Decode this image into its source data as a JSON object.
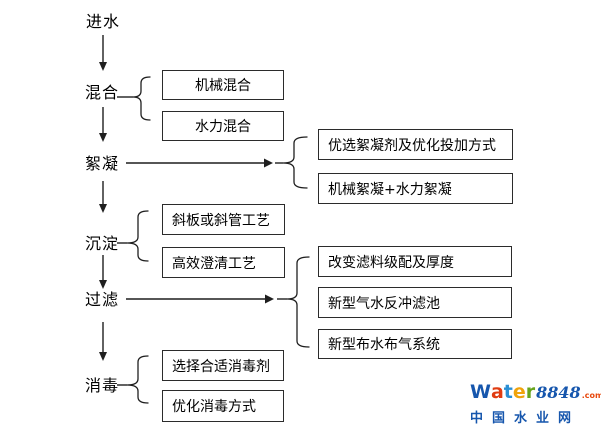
{
  "diagram": {
    "source": "进水",
    "stages": [
      {
        "label": "混合",
        "options": [
          "机械混合",
          "水力混合"
        ]
      },
      {
        "label": "絮凝",
        "options": [
          "优选絮凝剂及优化投加方式",
          "机械絮凝+水力絮凝"
        ]
      },
      {
        "label": "沉淀",
        "options": [
          "斜板或斜管工艺",
          "高效澄清工艺"
        ]
      },
      {
        "label": "过滤",
        "options": [
          "改变滤料级配及厚度",
          "新型气水反冲滤池",
          "新型布水布气系统"
        ]
      },
      {
        "label": "消毒",
        "options": [
          "选择合适消毒剂",
          "优化消毒方式"
        ]
      }
    ]
  },
  "watermark": {
    "letters": [
      {
        "char": "W",
        "color": "#1656ad"
      },
      {
        "char": "a",
        "color": "#e03c12"
      },
      {
        "char": "t",
        "color": "#2a8fd4"
      },
      {
        "char": "e",
        "color": "#f0a30a"
      },
      {
        "char": "r",
        "color": "#67a41c"
      }
    ],
    "number": "8848",
    "number_color": "#1656ad",
    "suffix": ".com",
    "suffix_color": "#e8490e",
    "tagline": "中国水业网",
    "tagline_color": "#1656ad"
  }
}
